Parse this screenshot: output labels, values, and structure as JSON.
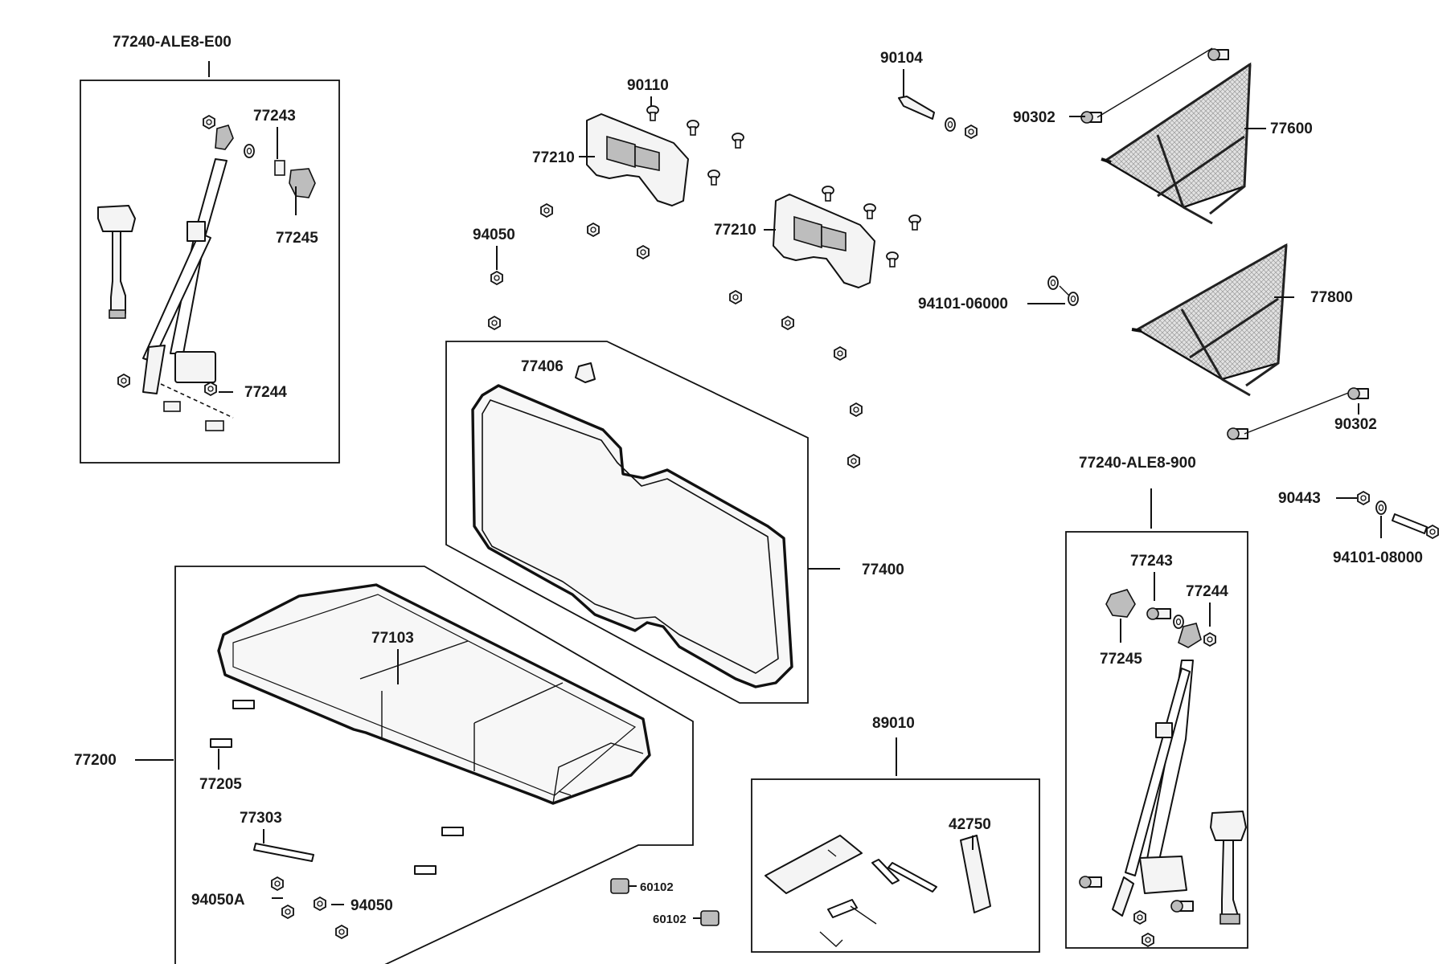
{
  "labels": {
    "kit_left": "77240-ALE8-E00",
    "l77243": "77243",
    "l77245": "77245",
    "l77244": "77244",
    "l90110": "90110",
    "l77210a": "77210",
    "l77210b": "77210",
    "l94050top": "94050",
    "l90104": "90104",
    "l90302top": "90302",
    "l77600": "77600",
    "l94101_06000": "94101-06000",
    "l77800": "77800",
    "l90302bot": "90302",
    "kit_right": "77240-ALE8-900",
    "l90443": "90443",
    "l94101_08000": "94101-08000",
    "l77406": "77406",
    "l77400": "77400",
    "l77103": "77103",
    "l77200": "77200",
    "l77205": "77205",
    "l77303": "77303",
    "l94050A": "94050A",
    "l94050bot": "94050",
    "l60102a": "60102",
    "l60102b": "60102",
    "l89010": "89010",
    "l42750": "42750",
    "r77243": "77243",
    "r77244": "77244",
    "r77245": "77245"
  },
  "icons": [
    "seat-belt-icon",
    "headrest-icon",
    "net-panel-icon",
    "seat-back-icon",
    "seat-cushion-icon",
    "tool-kit-icon",
    "bolt-icon",
    "nut-icon",
    "washer-icon"
  ]
}
